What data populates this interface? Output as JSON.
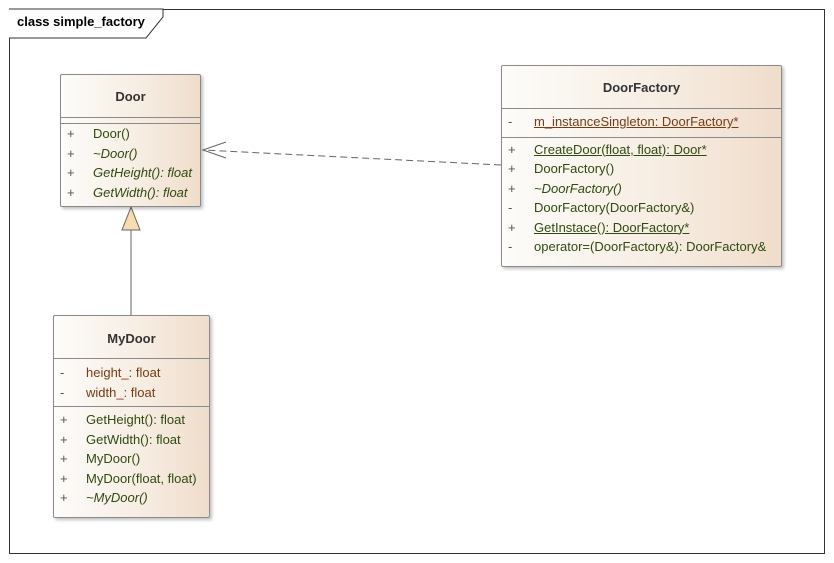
{
  "frame": {
    "title": "class simple_factory"
  },
  "classes": {
    "door": {
      "name": "Door",
      "attributes": [],
      "operations": [
        {
          "vis": "+",
          "text": "Door()",
          "italic": false,
          "underline": false
        },
        {
          "vis": "+",
          "text": "~Door()",
          "italic": true,
          "underline": false
        },
        {
          "vis": "+",
          "text": "GetHeight(): float",
          "italic": true,
          "underline": false
        },
        {
          "vis": "+",
          "text": "GetWidth(): float",
          "italic": true,
          "underline": false
        }
      ]
    },
    "doorfactory": {
      "name": "DoorFactory",
      "attributes": [
        {
          "vis": "-",
          "text": "m_instanceSingleton: DoorFactory*",
          "italic": false,
          "underline": true
        }
      ],
      "operations": [
        {
          "vis": "+",
          "text": "CreateDoor(float, float): Door*",
          "italic": false,
          "underline": true
        },
        {
          "vis": "+",
          "text": "DoorFactory()",
          "italic": false,
          "underline": false
        },
        {
          "vis": "+",
          "text": "~DoorFactory()",
          "italic": true,
          "underline": false
        },
        {
          "vis": "-",
          "text": "DoorFactory(DoorFactory&)",
          "italic": false,
          "underline": false
        },
        {
          "vis": "+",
          "text": "GetInstace(): DoorFactory*",
          "italic": false,
          "underline": true
        },
        {
          "vis": "-",
          "text": "operator=(DoorFactory&): DoorFactory&",
          "italic": false,
          "underline": false
        }
      ]
    },
    "mydoor": {
      "name": "MyDoor",
      "attributes": [
        {
          "vis": "-",
          "text": "height_: float",
          "italic": false,
          "underline": false
        },
        {
          "vis": "-",
          "text": "width_: float",
          "italic": false,
          "underline": false
        }
      ],
      "operations": [
        {
          "vis": "+",
          "text": "GetHeight(): float",
          "italic": false,
          "underline": false
        },
        {
          "vis": "+",
          "text": "GetWidth(): float",
          "italic": false,
          "underline": false
        },
        {
          "vis": "+",
          "text": "MyDoor()",
          "italic": false,
          "underline": false
        },
        {
          "vis": "+",
          "text": "MyDoor(float, float)",
          "italic": false,
          "underline": false
        },
        {
          "vis": "+",
          "text": "~MyDoor()",
          "italic": true,
          "underline": false
        }
      ]
    }
  },
  "relations": [
    {
      "type": "dependency",
      "from": "doorfactory",
      "to": "door"
    },
    {
      "type": "generalization",
      "from": "mydoor",
      "to": "door"
    }
  ]
}
